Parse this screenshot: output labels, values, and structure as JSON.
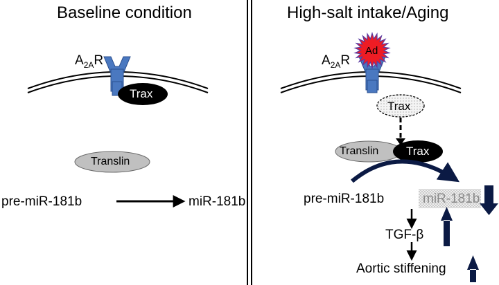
{
  "left_panel": {
    "title": "Baseline condition",
    "receptor": {
      "base": "A",
      "sub": "2A",
      "suffix": "R"
    },
    "trax": "Trax",
    "translin": "Translin",
    "precursor": "pre-miR-181b",
    "product": "miR-181b"
  },
  "right_panel": {
    "title": "High-salt intake/Aging",
    "receptor": {
      "base": "A",
      "sub": "2A",
      "suffix": "R"
    },
    "ligand": "Ad",
    "trax_dashed": "Trax",
    "translin": "Translin",
    "trax_complex": "Trax",
    "precursor": "pre-miR-181b",
    "product": "miR-181b",
    "tgf": "TGF-β",
    "outcome": "Aortic stiffening"
  },
  "colors": {
    "receptor": "#4a78c0",
    "trax": "#000000",
    "translin": "#c0c0c0",
    "ligand": "#ee1c24",
    "ligand_edge": "#5a3aa0",
    "arrow_blue": "#0b1a44"
  }
}
